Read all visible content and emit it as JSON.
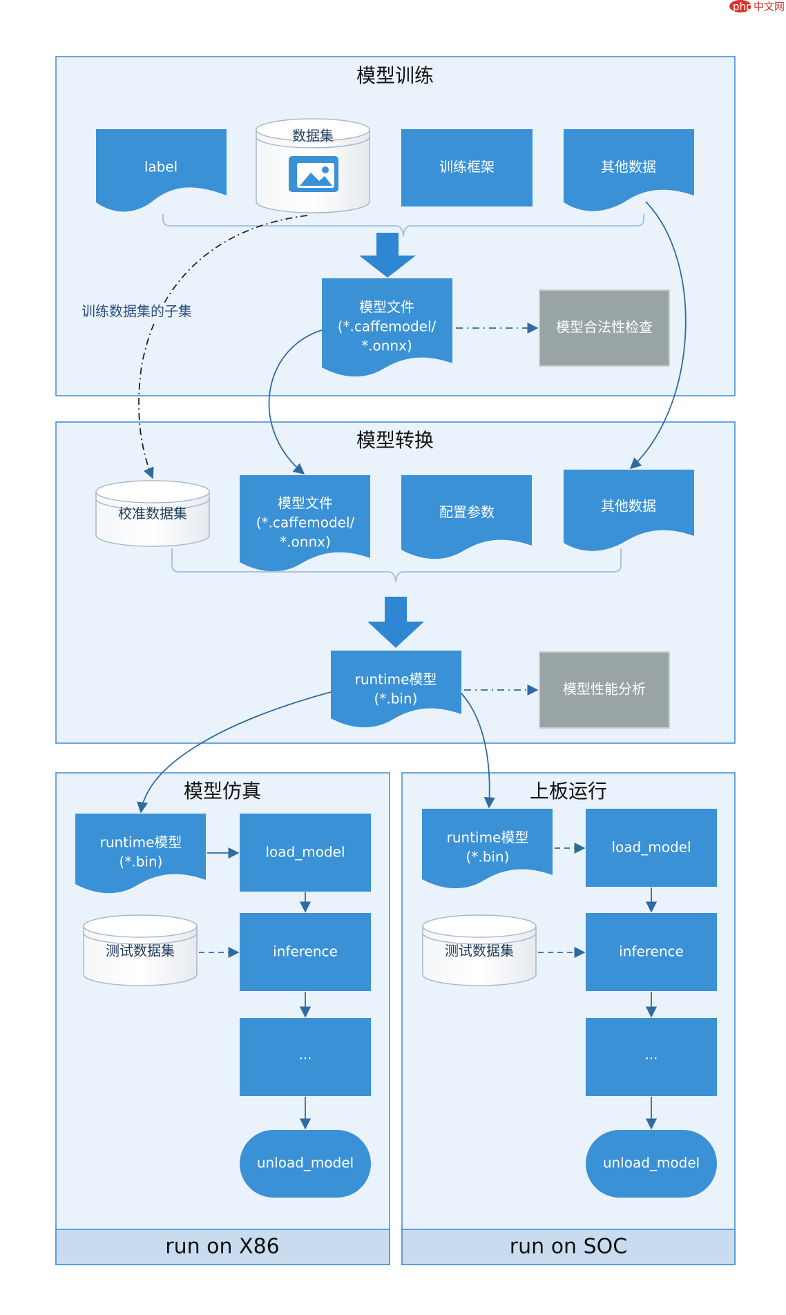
{
  "watermark": {
    "brand": "php",
    "text": "中文网"
  },
  "colors": {
    "blue": "#3a91d6",
    "gray": "#99a5a5",
    "panel_bg": "#eaf2fb",
    "panel_border": "#3b8ad0",
    "footer_bg": "#c9dcef",
    "line": "#2f6aa0"
  },
  "training": {
    "title": "模型训练",
    "label": "label",
    "dataset": "数据集",
    "framework": "训练框架",
    "other_data": "其他数据",
    "model_file": [
      "模型文件",
      "(*.caffemodel/",
      "*.onnx)"
    ],
    "legality_check": "模型合法性检查",
    "subset_label": "训练数据集的子集"
  },
  "conversion": {
    "title": "模型转换",
    "calibration": "校准数据集",
    "model_file": [
      "模型文件",
      "(*.caffemodel/",
      "*.onnx)"
    ],
    "config": "配置参数",
    "other_data": "其他数据",
    "runtime": [
      "runtime模型",
      "(*.bin)"
    ],
    "perf_analysis": "模型性能分析"
  },
  "simulation": {
    "title": "模型仿真",
    "runtime": [
      "runtime模型",
      "(*.bin)"
    ],
    "load": "load_model",
    "test_data": "测试数据集",
    "inference": "inference",
    "ellipsis": "...",
    "unload": "unload_model",
    "footer": "run on X86"
  },
  "board": {
    "title": "上板运行",
    "runtime": [
      "runtime模型",
      "(*.bin)"
    ],
    "load": "load_model",
    "test_data": "测试数据集",
    "inference": "inference",
    "ellipsis": "...",
    "unload": "unload_model",
    "footer": "run on SOC"
  }
}
